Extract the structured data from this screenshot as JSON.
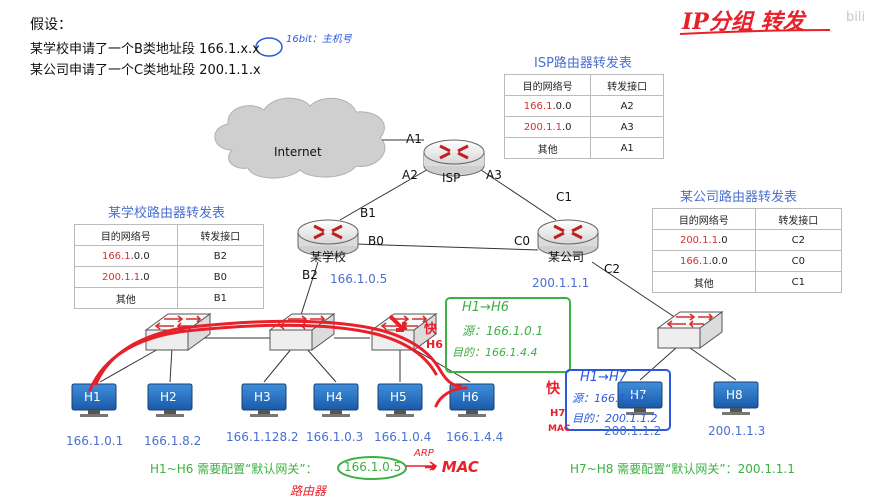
{
  "intro": {
    "heading": "假设：",
    "line1": "某学校申请了一个B类地址段 166.1.x.x",
    "line2": "某公司申请了一个C类地址段 200.1.1.x"
  },
  "handwriting": {
    "top_title": "IP分组 转发",
    "note_16bit": "16bit：主机号",
    "watermark": "bili",
    "box_green": {
      "line1": "H1→H6",
      "line2": "源：166.1.0.1",
      "line3": "目的：166.1.4.4"
    },
    "box_blue": {
      "line1": "H1→H7",
      "line2": "源：166.1.0.1",
      "line3": "目的：200.1.1.2"
    },
    "left_mark_1": "快",
    "left_mark_2": "H6",
    "left_mark_3": "快",
    "left_mark_4": "H7",
    "left_mark_5": "MAC",
    "arp": "ARP",
    "mac": "→ MAC",
    "router_label": "路由器"
  },
  "isp_table": {
    "title": "ISP路由器转发表",
    "headers": [
      "目的网络号",
      "转发接口"
    ],
    "rows": [
      {
        "net_prefix": "166.1",
        "net_suffix": ".0.0",
        "port": "A2",
        "highlight": true
      },
      {
        "net_prefix": "200.1.1",
        "net_suffix": ".0",
        "port": "A3",
        "highlight": true
      },
      {
        "net_prefix": "其他",
        "net_suffix": "",
        "port": "A1",
        "highlight": false
      }
    ]
  },
  "school_table": {
    "title": "某学校路由器转发表",
    "headers": [
      "目的网络号",
      "转发接口"
    ],
    "rows": [
      {
        "net_prefix": "166.1",
        "net_suffix": ".0.0",
        "port": "B2",
        "highlight": true
      },
      {
        "net_prefix": "200.1.1",
        "net_suffix": ".0",
        "port": "B0",
        "highlight": true
      },
      {
        "net_prefix": "其他",
        "net_suffix": "",
        "port": "B1",
        "highlight": false
      }
    ]
  },
  "company_table": {
    "title": "某公司路由器转发表",
    "headers": [
      "目的网络号",
      "转发接口"
    ],
    "rows": [
      {
        "net_prefix": "200.1.1",
        "net_suffix": ".0",
        "port": "C2",
        "highlight": true
      },
      {
        "net_prefix": "166.1",
        "net_suffix": ".0.0",
        "port": "C0",
        "highlight": true
      },
      {
        "net_prefix": "其他",
        "net_suffix": "",
        "port": "C1",
        "highlight": false
      }
    ]
  },
  "network": {
    "internet": "Internet",
    "isp": "ISP",
    "school": "某学校",
    "company": "某公司",
    "ports": {
      "a1": "A1",
      "a2": "A2",
      "a3": "A3",
      "b0": "B0",
      "b1": "B1",
      "b2": "B2",
      "c0": "C0",
      "c1": "C1",
      "c2": "C2"
    },
    "school_ip": "166.1.0.5",
    "company_ip": "200.1.1.1"
  },
  "hosts": [
    {
      "name": "H1",
      "ip": "166.1.0.1"
    },
    {
      "name": "H2",
      "ip": "166.1.8.2"
    },
    {
      "name": "H3",
      "ip": "166.1.128.2"
    },
    {
      "name": "H4",
      "ip": "166.1.0.3"
    },
    {
      "name": "H5",
      "ip": "166.1.0.4"
    },
    {
      "name": "H6",
      "ip": "166.1.4.4"
    },
    {
      "name": "H7",
      "ip": "200.1.1.2"
    },
    {
      "name": "H8",
      "ip": "200.1.1.3"
    }
  ],
  "footer": {
    "left_prefix": "H1~H6 需要配置“默认网关”：",
    "left_value": "166.1.0.5",
    "right": "H7~H8 需要配置“默认网关”：200.1.1.1"
  },
  "colors": {
    "table_red": "#d43030",
    "label_blue": "#4a6fd0",
    "ink_red": "#e8202a",
    "ink_green": "#3cb043",
    "ink_blue": "#2a59e0"
  }
}
